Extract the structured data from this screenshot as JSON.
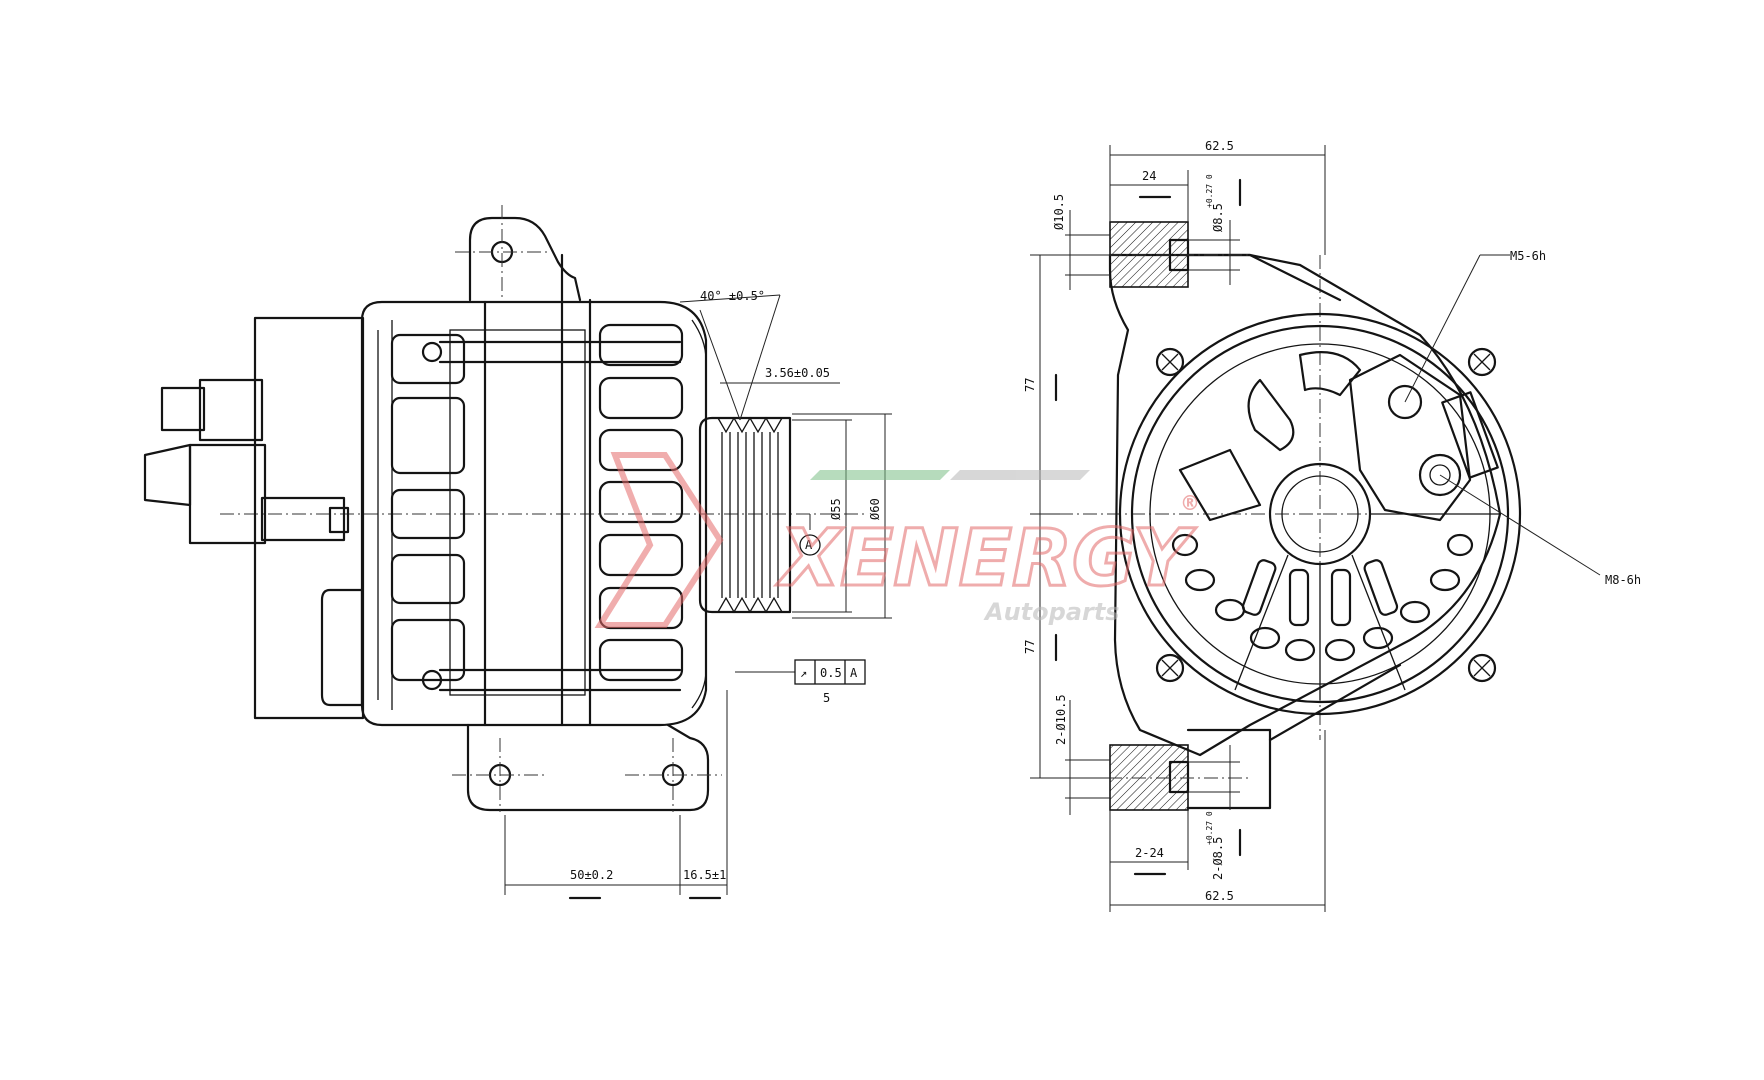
{
  "side_view": {
    "angle_label": "40° ±0.5°",
    "groove_label": "3.56±0.05",
    "dia_inner_label": "Ø55",
    "dia_outer_label": "Ø60",
    "datum_label": "A",
    "runout_tolerance": "0.5",
    "runout_datum": "A",
    "runout_note": "5",
    "length_label": "50±0.2",
    "offset_label": "16.5±1"
  },
  "front_view": {
    "top_width_label": "62.5",
    "top_hole_pitch_label": "24",
    "top_bore_label": "Ø10.5",
    "top_bore2_label": "Ø8.5",
    "top_bore2_tol": "+0.27 0",
    "thread1_label": "M5-6h",
    "thread2_label": "M8-6h",
    "upper_height_label": "77",
    "lower_height_label": "77",
    "bottom_bore_label": "2-Ø10.5",
    "bottom_bore2_label": "2-Ø8.5",
    "bottom_bore2_tol": "+0.27 0",
    "bottom_pitch_label": "2-24",
    "bottom_width_label": "62.5"
  },
  "watermark": {
    "brand": "XENERGY",
    "subtitle": "Autoparts",
    "registered": "®",
    "colors": {
      "red": "#e36a6a",
      "green": "#7cbf86",
      "gray": "#b8b8b8"
    }
  },
  "colors": {
    "line": "#141414",
    "background": "#ffffff"
  }
}
